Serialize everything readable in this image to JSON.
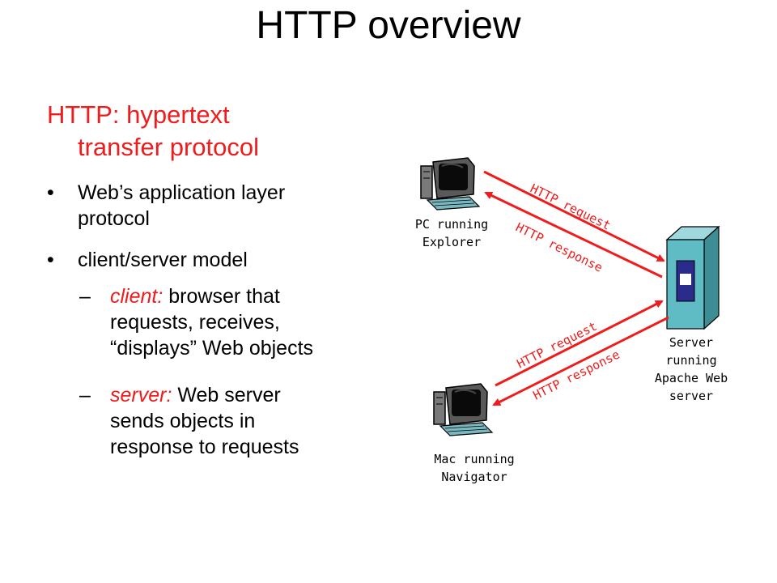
{
  "title": "HTTP overview",
  "heading": {
    "line1": "HTTP: hypertext",
    "line2": "transfer protocol"
  },
  "bullets": [
    {
      "marker": "•",
      "lines": [
        "Web’s application layer",
        "protocol"
      ]
    },
    {
      "marker": "•",
      "lines": [
        "client/server model"
      ]
    }
  ],
  "sub_bullets": [
    {
      "marker": "–",
      "term": "client:",
      "lines": [
        " browser that",
        "requests, receives,",
        "“displays” Web objects"
      ]
    },
    {
      "marker": "–",
      "term": "server:",
      "lines": [
        " Web server",
        "sends objects in",
        "response to requests"
      ]
    }
  ],
  "diagram": {
    "pc_label": [
      "PC running",
      "Explorer"
    ],
    "mac_label": [
      "Mac running",
      "Navigator"
    ],
    "server_label": [
      "Server",
      "running",
      "Apache Web",
      "server"
    ],
    "arrows": {
      "pc_request": "HTTP request",
      "pc_response": "HTTP response",
      "mac_request": "HTTP request",
      "mac_response": "HTTP response"
    },
    "colors": {
      "arrow": "#ee1c1c",
      "server_body": "#5fbcc4",
      "server_panel": "#2b2b8c",
      "screen": "#0a0a0a"
    }
  }
}
